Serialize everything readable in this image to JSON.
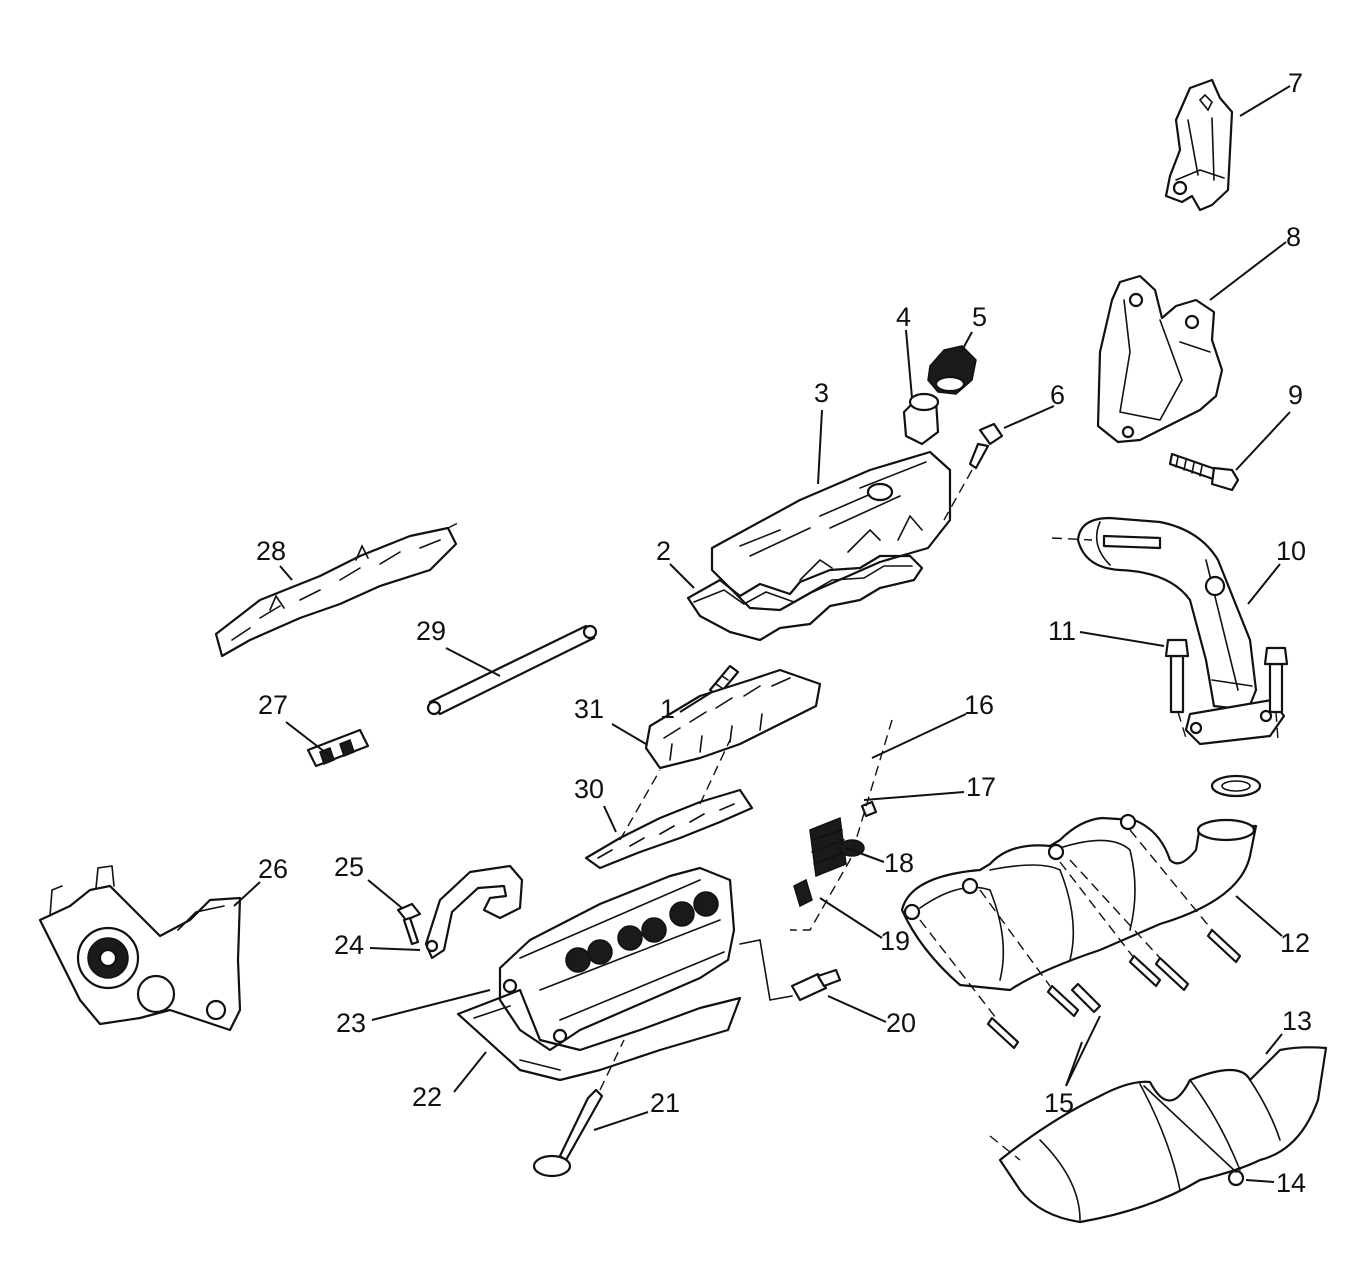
{
  "callouts": {
    "c1": "1",
    "c2": "2",
    "c3": "3",
    "c4": "4",
    "c5": "5",
    "c6": "6",
    "c7": "7",
    "c8": "8",
    "c9": "9",
    "c10": "10",
    "c11": "11",
    "c12": "12",
    "c13": "13",
    "c14": "14",
    "c15": "15",
    "c16": "16",
    "c17": "17",
    "c18": "18",
    "c19": "19",
    "c20": "20",
    "c21": "21",
    "c22": "22",
    "c23": "23",
    "c24": "24",
    "c25": "25",
    "c26": "26",
    "c27": "27",
    "c28": "28",
    "c29": "29",
    "c30": "30",
    "c31": "31"
  },
  "colors": {
    "ink": "#111111",
    "paper": "#ffffff"
  }
}
